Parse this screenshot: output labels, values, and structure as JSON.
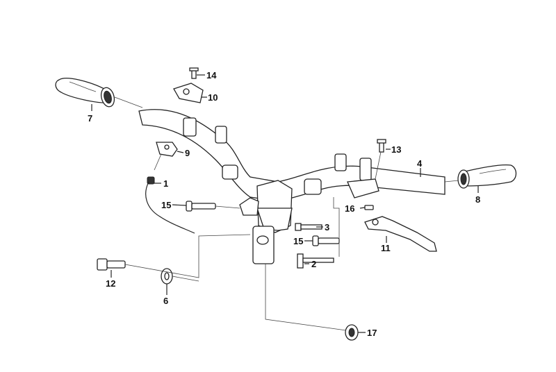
{
  "callouts": {
    "c1": "1",
    "c2": "2",
    "c3": "3",
    "c4": "4",
    "c6": "6",
    "c7": "7",
    "c8": "8",
    "c9": "9",
    "c10": "10",
    "c11": "11",
    "c12": "12",
    "c13": "13",
    "c14": "14",
    "c15a": "15",
    "c15b": "15",
    "c16": "16",
    "c17": "17"
  }
}
